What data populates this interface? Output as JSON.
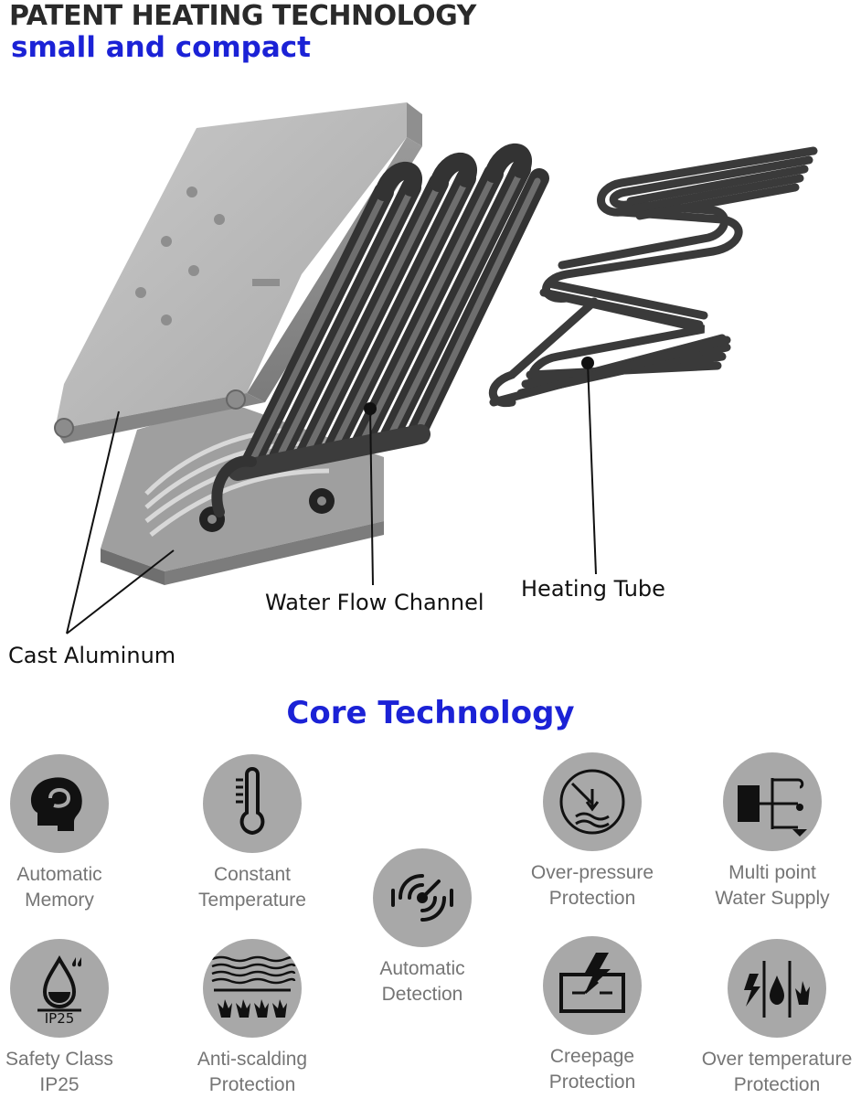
{
  "header": {
    "title": "PATENT HEATING TECHNOLOGY",
    "subtitle": "small and compact"
  },
  "diagram": {
    "labels": {
      "cast_aluminum": "Cast Aluminum",
      "water_flow_channel": "Water Flow Channel",
      "heating_tube": "Heating Tube"
    }
  },
  "core": {
    "title": "Core Technology",
    "features": [
      {
        "line1": "Automatic",
        "line2": "Memory",
        "icon": "head-memory-icon"
      },
      {
        "line1": "Constant",
        "line2": "Temperature",
        "icon": "thermometer-icon"
      },
      {
        "line1": "Automatic",
        "line2": "Detection",
        "icon": "radar-detection-icon"
      },
      {
        "line1": "Over-pressure",
        "line2": "Protection",
        "icon": "pressure-gauge-icon"
      },
      {
        "line1": "Multi point",
        "line2": "Water Supply",
        "icon": "multi-point-water-icon"
      },
      {
        "line1": "Safety Class",
        "line2": "IP25",
        "icon": "ip25-drop-icon"
      },
      {
        "line1": "Anti-scalding",
        "line2": "Protection",
        "icon": "anti-scalding-icon"
      },
      {
        "line1": "Creepage",
        "line2": "Protection",
        "icon": "creepage-lightning-icon"
      },
      {
        "line1": "Over temperature",
        "line2": "Protection",
        "icon": "over-temperature-icon"
      }
    ],
    "ip_badge": "IP25"
  }
}
